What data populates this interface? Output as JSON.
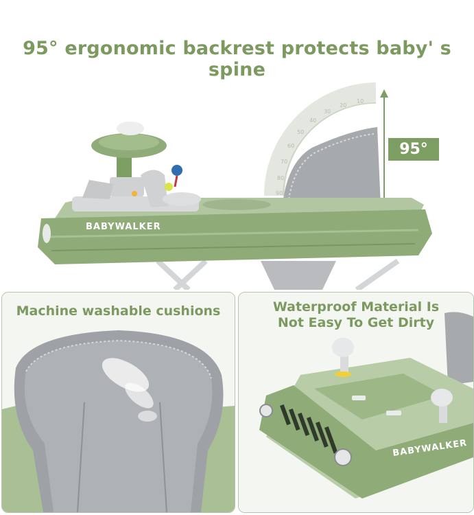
{
  "headline": "95° ergonomic backrest protects baby' s spine",
  "angle_badge": "95°",
  "brand_text": "BABYWALKER",
  "left_panel": {
    "caption": "Machine washable cushions"
  },
  "right_panel": {
    "caption_line1": "Waterproof Material Is",
    "caption_line2": "Not Easy To Get Dirty"
  },
  "protractor_ticks": [
    "10",
    "20",
    "30",
    "40",
    "50",
    "60",
    "70",
    "80",
    "90"
  ],
  "colors": {
    "accent": "#7c9a5f",
    "body_green": "#8fab78",
    "cushion_grey": "#9ea2a6"
  }
}
